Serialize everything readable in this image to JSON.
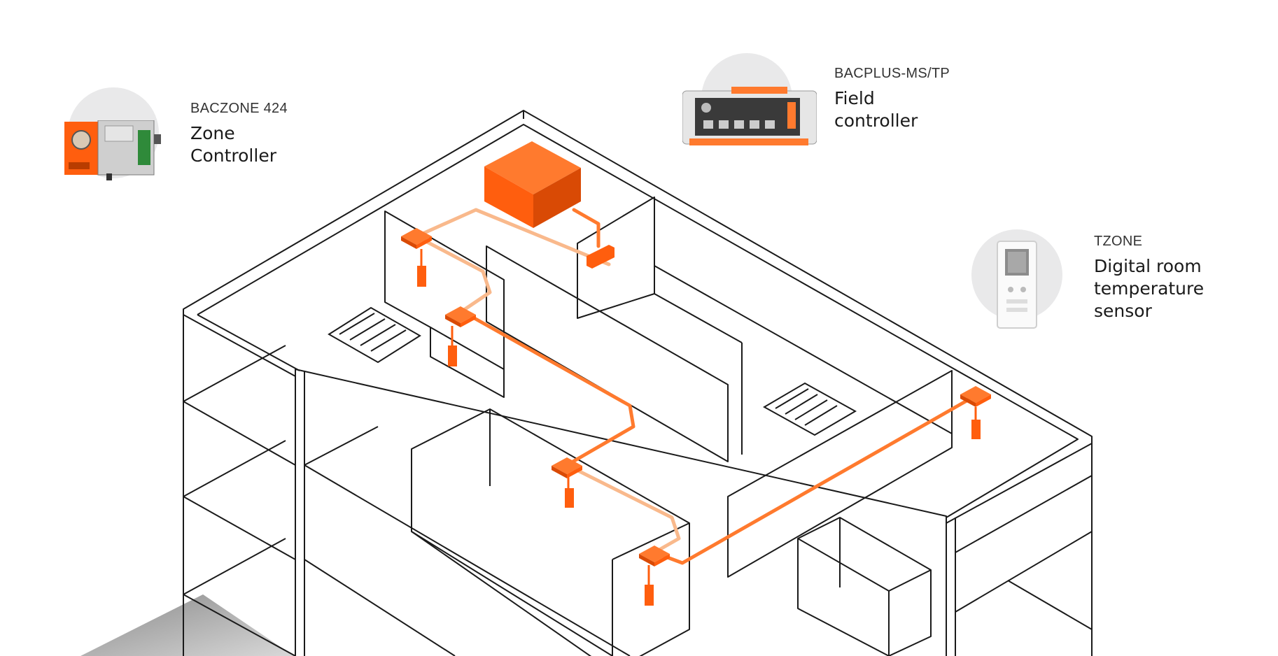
{
  "devices": [
    {
      "model": "BACZONE 424",
      "title_lines": [
        "Zone",
        "Controller"
      ],
      "icon": "zone-controller-icon"
    },
    {
      "model": "BACPLUS-MS/TP",
      "title_lines": [
        "Field",
        "controller"
      ],
      "icon": "field-controller-icon"
    },
    {
      "model": "TZONE",
      "title_lines": [
        "Digital room",
        "temperature",
        "sensor"
      ],
      "icon": "room-sensor-icon"
    }
  ],
  "colors": {
    "accent": "#ff5e0e",
    "accent_dark": "#d94a05",
    "wire_light": "#f9b98c",
    "line": "#1a1a1a",
    "device_bg": "#e9e9ea"
  }
}
